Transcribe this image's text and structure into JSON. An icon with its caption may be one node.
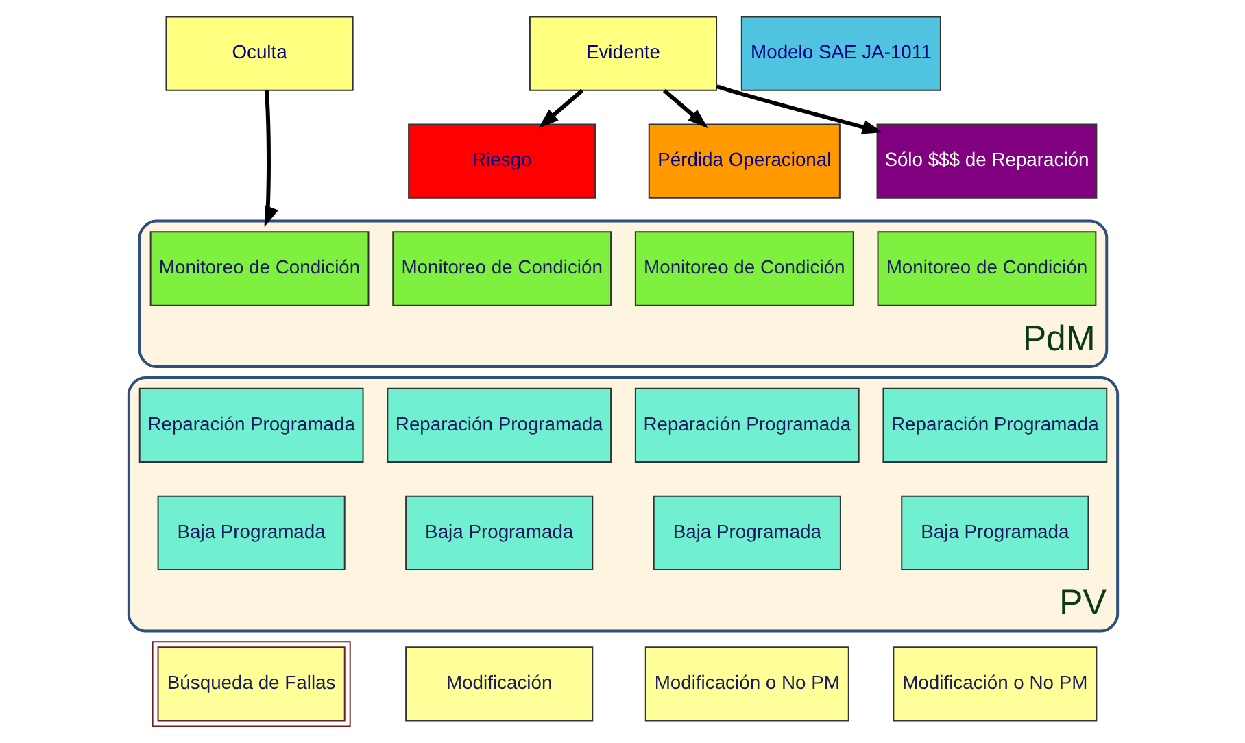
{
  "diagram": {
    "nodes": [
      {
        "text": [
          "Oculta"
        ]
      },
      {
        "text": [
          "Evidente"
        ]
      },
      {
        "text": [
          "Modelo SAE JA-1011"
        ]
      },
      {
        "text": [
          "Riesgo"
        ]
      },
      {
        "text": [
          "Pérdida Operacional"
        ]
      },
      {
        "text": [
          "Sólo $$$ de Reparación"
        ]
      },
      {
        "text": [
          "PdM"
        ]
      },
      {
        "text": [
          "Monitoreo de Condición"
        ],
        "in": 6
      },
      {
        "text": [
          "Monitoreo de Condición"
        ],
        "in": 6
      },
      {
        "text": [
          "Monitoreo de Condición"
        ],
        "in": 6
      },
      {
        "text": [
          "Monitoreo de Condición"
        ],
        "in": 6
      },
      {
        "text": [
          "PV"
        ]
      },
      {
        "text": [
          "Reparación Programada"
        ],
        "in": 11
      },
      {
        "text": [
          "Reparación Programada"
        ],
        "in": 11
      },
      {
        "text": [
          "Reparación Programada"
        ],
        "in": 11
      },
      {
        "text": [
          "Reparación Programada"
        ],
        "in": 11
      },
      {
        "text": [
          "Baja Programada"
        ],
        "in": 11
      },
      {
        "text": [
          "Baja Programada"
        ],
        "in": 11
      },
      {
        "text": [
          "Baja Programada"
        ],
        "in": 11
      },
      {
        "text": [
          "Baja Programada"
        ],
        "in": 11
      },
      {
        "text": [
          "Búsqueda de Fallas"
        ]
      },
      {
        "text": [
          "Modificación"
        ]
      },
      {
        "text": [
          "Modificación o No PM"
        ]
      },
      {
        "text": [
          "Modificación o No PM"
        ]
      }
    ],
    "edges": [
      {
        "from": 0,
        "to": 6,
        "arrow": "to"
      },
      {
        "from": 1,
        "to": 3,
        "arrow": "to"
      },
      {
        "from": 1,
        "to": 4,
        "arrow": "to"
      },
      {
        "from": 1,
        "to": 5,
        "arrow": "to"
      }
    ]
  }
}
